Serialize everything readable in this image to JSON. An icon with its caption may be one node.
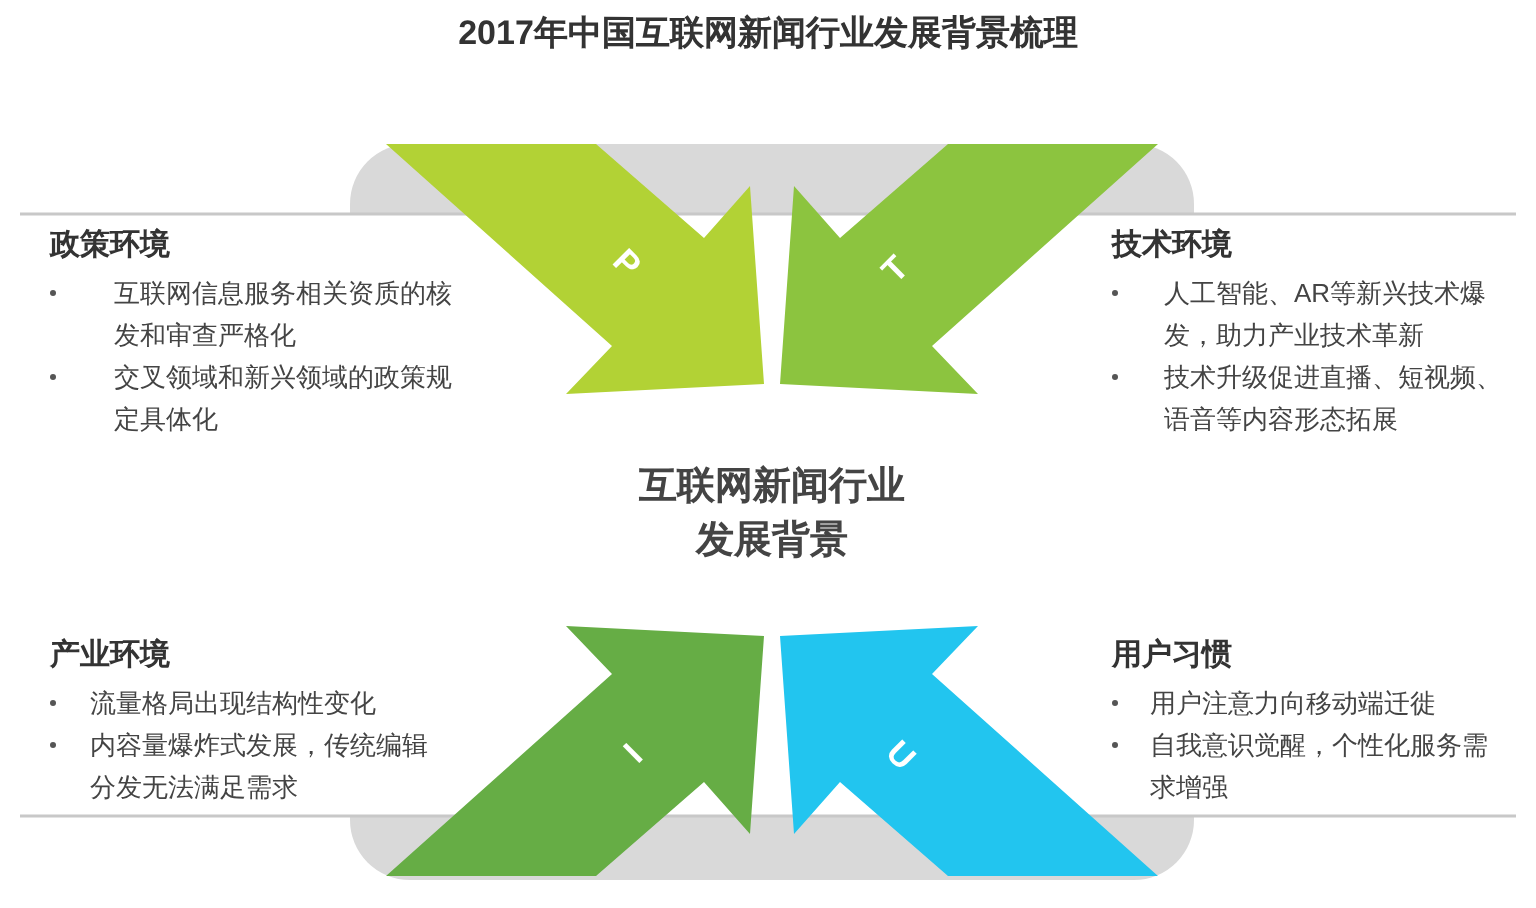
{
  "diagram": {
    "title": "2017年中国互联网新闻行业发展背景梳理",
    "nodes": [
      {
        "text": [
          "政策环境",
          "互联网信息服务相关资质的核发和审查严格化",
          "交叉领域和新兴领域的政策规定具体化"
        ]
      },
      {
        "text": [
          "P"
        ]
      },
      {
        "text": [
          "T"
        ]
      },
      {
        "text": [
          "技术环境",
          "人工智能、AR等新兴技术爆发，助力产业技术革新",
          "技术升级促进直播、短视频、语音等内容形态拓展"
        ]
      },
      {
        "text": [
          "互联网新闻行业发展背景"
        ]
      },
      {
        "text": [
          "产业环境",
          "流量格局出现结构性变化",
          "内容量爆炸式发展，传统编辑分发无法满足需求"
        ]
      },
      {
        "text": [
          "I"
        ]
      },
      {
        "text": [
          "U"
        ]
      },
      {
        "text": [
          "用户习惯",
          "用户注意力向移动端迁徙",
          "自我意识觉醒，个性化服务需求增强"
        ]
      }
    ]
  }
}
